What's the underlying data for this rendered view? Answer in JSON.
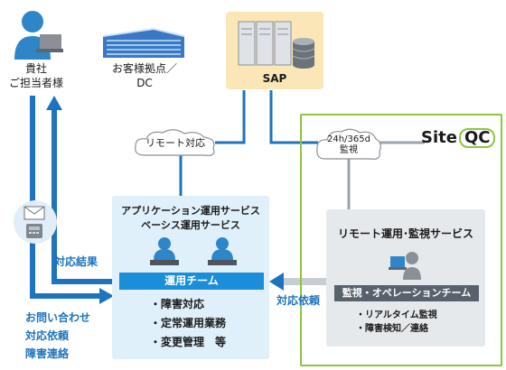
{
  "customer": {
    "line1": "貴社",
    "line2": "ご担当者様"
  },
  "dc": {
    "line1": "お客様拠点／",
    "line2": "DC"
  },
  "sap": {
    "label": "SAP"
  },
  "clouds": {
    "remote": "リモート対応",
    "monitor_line1": "24h/365d",
    "monitor_line2": "監視"
  },
  "siteqc": {
    "logo_site": "Site",
    "logo_qc": "QC"
  },
  "remote_service": {
    "title": "リモート運用･監視サービス",
    "band": "監視・オペレーションチーム",
    "bullets": [
      "・リアルタイム監視",
      "・障害検知／連絡"
    ]
  },
  "ops_service": {
    "title_line1": "アプリケーション運用サービス",
    "title_line2": "ベーシス運用サービス",
    "band": "運用チーム",
    "bullets": [
      "・障害対応",
      "・定常運用業務",
      "・変更管理　等"
    ]
  },
  "flows": {
    "result": "対応結果",
    "request": "対応依頼",
    "inquiry": [
      "お問い合わせ",
      "対応依頼",
      "障害連絡"
    ]
  },
  "colors": {
    "flow_blue": "#1e73be",
    "team_blue": "#1a8ed8",
    "siteqc_green": "#8cc63f",
    "sap_bg": "#fbe6b7"
  },
  "icons": [
    "person-icon",
    "building-icon",
    "server-icon",
    "database-icon",
    "mail-icon",
    "phone-icon",
    "workstation-icon"
  ]
}
